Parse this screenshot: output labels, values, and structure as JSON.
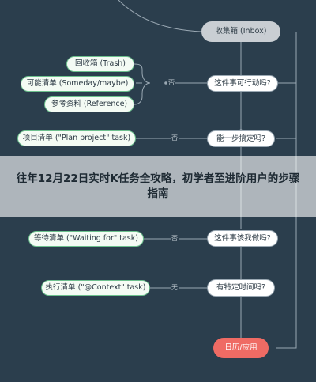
{
  "title": "往年12月22日实时K任务全攻略，初学者至进阶用户的步骤指南",
  "colors": {
    "background": "#2b3e4d",
    "line": "#9aa8b3",
    "green_border": "#6cc08d",
    "red_node": "#ef6b64",
    "gray_node": "#c9ced3"
  },
  "nodes": {
    "inbox": "收集箱 (Inbox)",
    "actionable": "这件事可行动吗?",
    "one_step": "能一步搞定吗?",
    "delegate": "这件事该我做吗?",
    "specific_time": "有特定时间吗?",
    "calendar": "日历/应用",
    "trash": "回收箱 (Trash)",
    "someday": "可能清单 (Someday/maybe)",
    "reference": "参考资料 (Reference)",
    "project": "项目清单 (\"Plan project\" task)",
    "waiting": "等待清单 (\"Waiting for\" task)",
    "next_action": "执行清单 (\"@Context\" task)"
  },
  "edge_labels": {
    "no_1": "否",
    "no_2": "否",
    "no_3": "否",
    "none": "无"
  }
}
